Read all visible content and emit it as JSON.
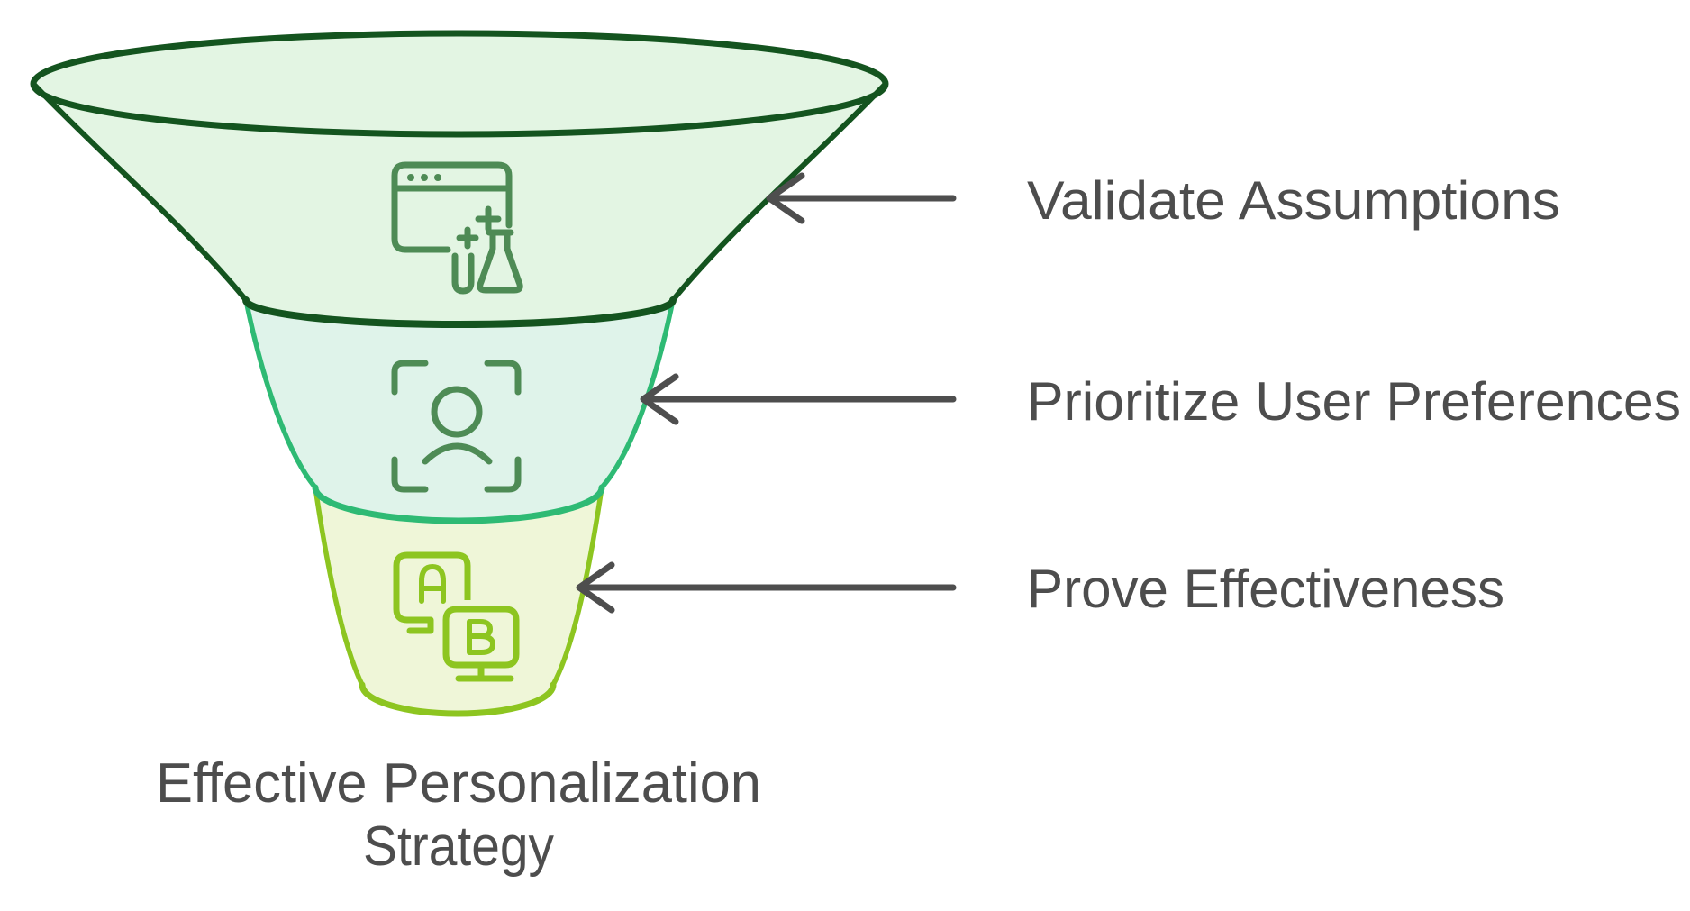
{
  "diagram": {
    "title": {
      "line1": "Effective Personalization",
      "line2": "Strategy"
    },
    "stages": [
      {
        "label": "Validate Assumptions",
        "icon": "browser-experiment-icon",
        "stroke": "#14541f",
        "fill": "#e3f5e3",
        "icon_color": "#4e8b55"
      },
      {
        "label": "Prioritize User Preferences",
        "icon": "face-scan-icon",
        "stroke": "#2eba74",
        "fill": "#dff3ea",
        "icon_color": "#4e8b55"
      },
      {
        "label": "Prove Effectiveness",
        "icon": "ab-test-icon",
        "stroke": "#8dc520",
        "fill": "#eff6d8",
        "icon_color": "#8dc520"
      }
    ],
    "colors": {
      "arrow": "#4e4e4e",
      "text": "#4d4d4d"
    }
  }
}
